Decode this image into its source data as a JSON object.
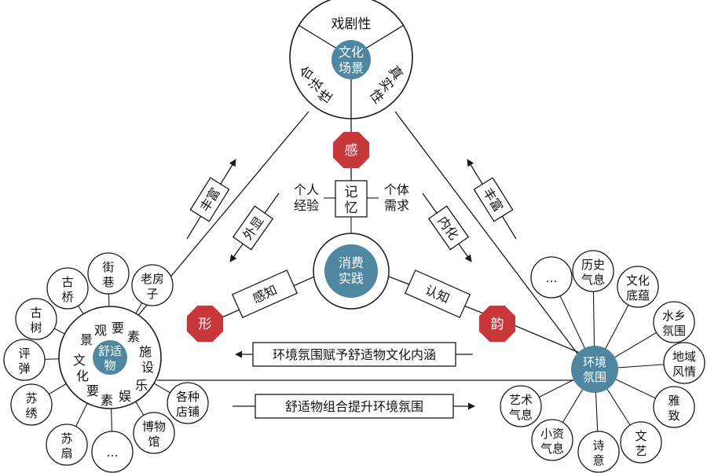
{
  "colors": {
    "teal": "#4f86a0",
    "red": "#c8373a",
    "line": "#1a1a1a"
  },
  "top": {
    "hub": [
      "文化",
      "场景"
    ],
    "drama": "戏剧性",
    "legit": [
      "合",
      "法",
      "性"
    ],
    "real": [
      "真",
      "实",
      "性"
    ]
  },
  "center": {
    "hub": [
      "消费",
      "实践"
    ],
    "memory": [
      "记",
      "忆"
    ],
    "personal": [
      "个人",
      "经验"
    ],
    "needs": [
      "个体",
      "需求"
    ],
    "perceive": "感知",
    "cognize": "认知",
    "externalize": "外显",
    "internalize": "内化",
    "enrich_left": "丰富",
    "enrich_right": "丰富"
  },
  "badges": {
    "gan": "感",
    "xing": "形",
    "yun": "韵"
  },
  "left": {
    "hub": [
      "舒适",
      "物"
    ],
    "ring": [
      "观",
      "要",
      "素",
      "景",
      "施",
      "设",
      "乐",
      "娱",
      "素",
      "要",
      "化",
      "文"
    ],
    "nodes": [
      [
        "古",
        "桥"
      ],
      [
        "街",
        "巷"
      ],
      [
        "老房",
        "子"
      ],
      [
        "古",
        "树"
      ],
      [
        "评",
        "弹"
      ],
      [
        "苏",
        "绣"
      ],
      [
        "苏",
        "扇"
      ],
      [
        "…",
        ""
      ],
      [
        "博物",
        "馆"
      ],
      [
        "各种",
        "店铺"
      ]
    ]
  },
  "right": {
    "hub": [
      "环境",
      "氛围"
    ],
    "nodes": [
      [
        "…",
        ""
      ],
      [
        "历史",
        "气息"
      ],
      [
        "文化",
        "底蕴"
      ],
      [
        "水乡",
        "氛围"
      ],
      [
        "地域",
        "风情"
      ],
      [
        "雅",
        "致"
      ],
      [
        "文",
        "艺"
      ],
      [
        "诗",
        "意"
      ],
      [
        "小资",
        "气息"
      ],
      [
        "艺术",
        "气息"
      ]
    ]
  },
  "arrows": {
    "upper": "环境氛围赋予舒适物文化内涵",
    "lower": "舒适物组合提升环境氛围"
  }
}
